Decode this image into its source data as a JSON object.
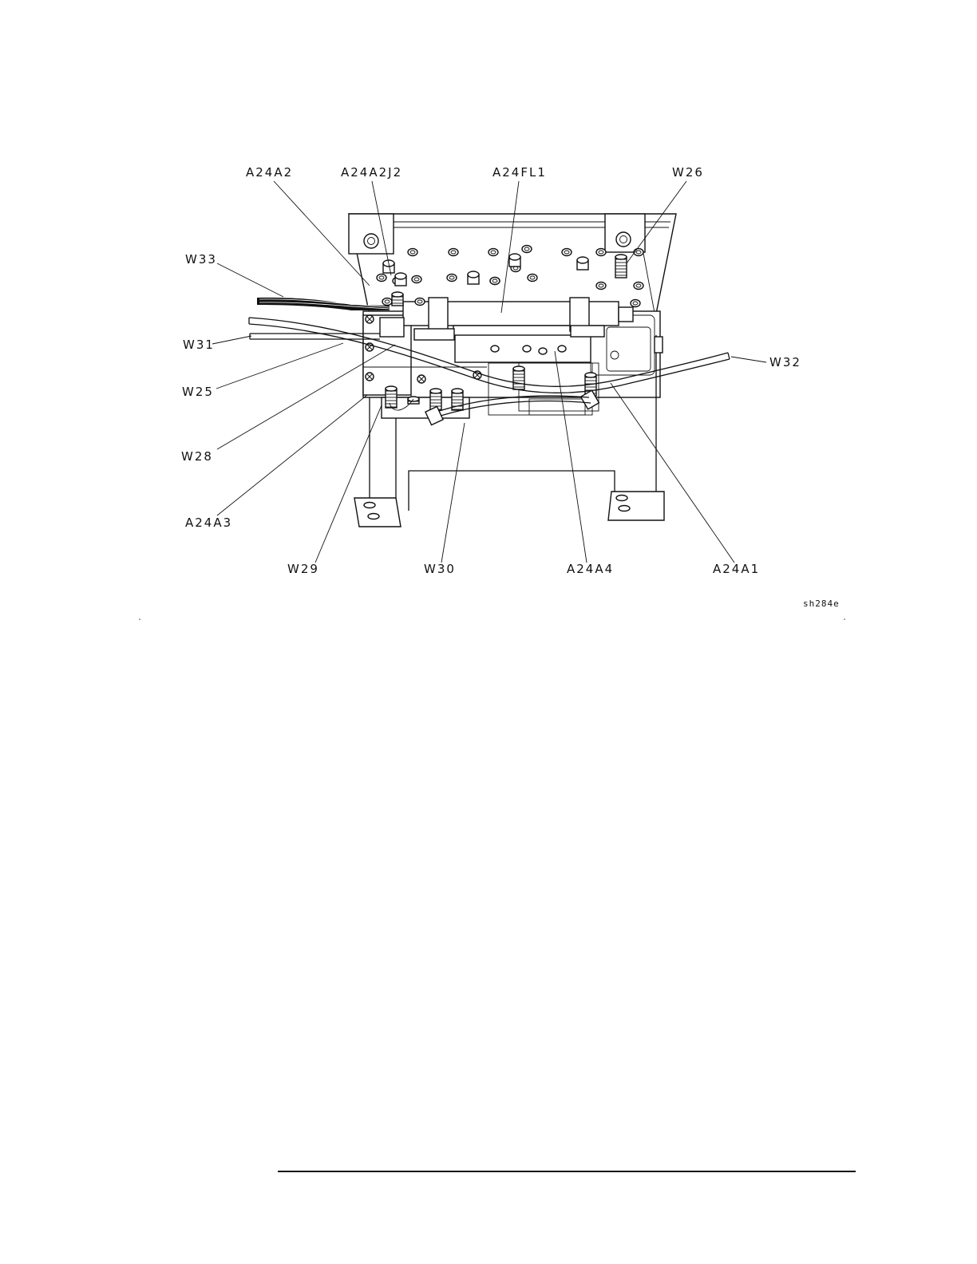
{
  "figure": {
    "callouts": {
      "a24a2": "A24A2",
      "a24a2j2": "A24A2J2",
      "a24fl1": "A24FL1",
      "w26": "W26",
      "w33": "W33",
      "w31": "W31",
      "w25": "W25",
      "w28": "W28",
      "a24a3": "A24A3",
      "w32": "W32",
      "w29": "W29",
      "w30": "W30",
      "a24a4": "A24A4",
      "a24a1": "A24A1"
    },
    "reference_code": "sh284e"
  }
}
